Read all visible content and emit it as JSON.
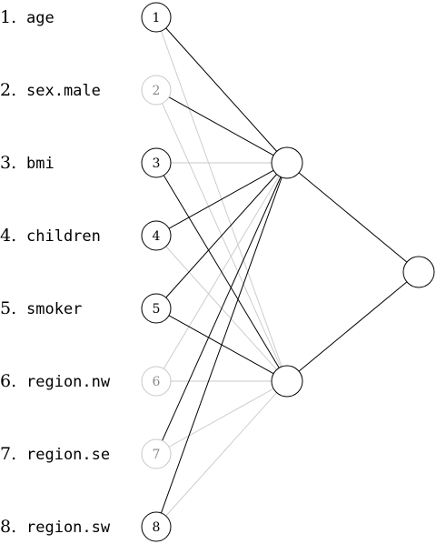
{
  "inputs": [
    {
      "num": "1.",
      "name": "age",
      "node": "1",
      "active": true
    },
    {
      "num": "2.",
      "name": "sex.male",
      "node": "2",
      "active": false
    },
    {
      "num": "3.",
      "name": "bmi",
      "node": "3",
      "active": true
    },
    {
      "num": "4.",
      "name": "children",
      "node": "4",
      "active": true
    },
    {
      "num": "5.",
      "name": "smoker",
      "node": "5",
      "active": true
    },
    {
      "num": "6.",
      "name": "region.nw",
      "node": "6",
      "active": false
    },
    {
      "num": "7.",
      "name": "region.se",
      "node": "7",
      "active": false
    },
    {
      "num": "8.",
      "name": "region.sw",
      "node": "8",
      "active": true
    }
  ],
  "connections_to_hidden_top": [
    1,
    1,
    0,
    1,
    1,
    0,
    1,
    1
  ],
  "connections_to_hidden_bottom": [
    0,
    0,
    1,
    0,
    1,
    0,
    0,
    0
  ],
  "colors": {
    "active": "#000000",
    "inactive": "#c8c8c8"
  }
}
